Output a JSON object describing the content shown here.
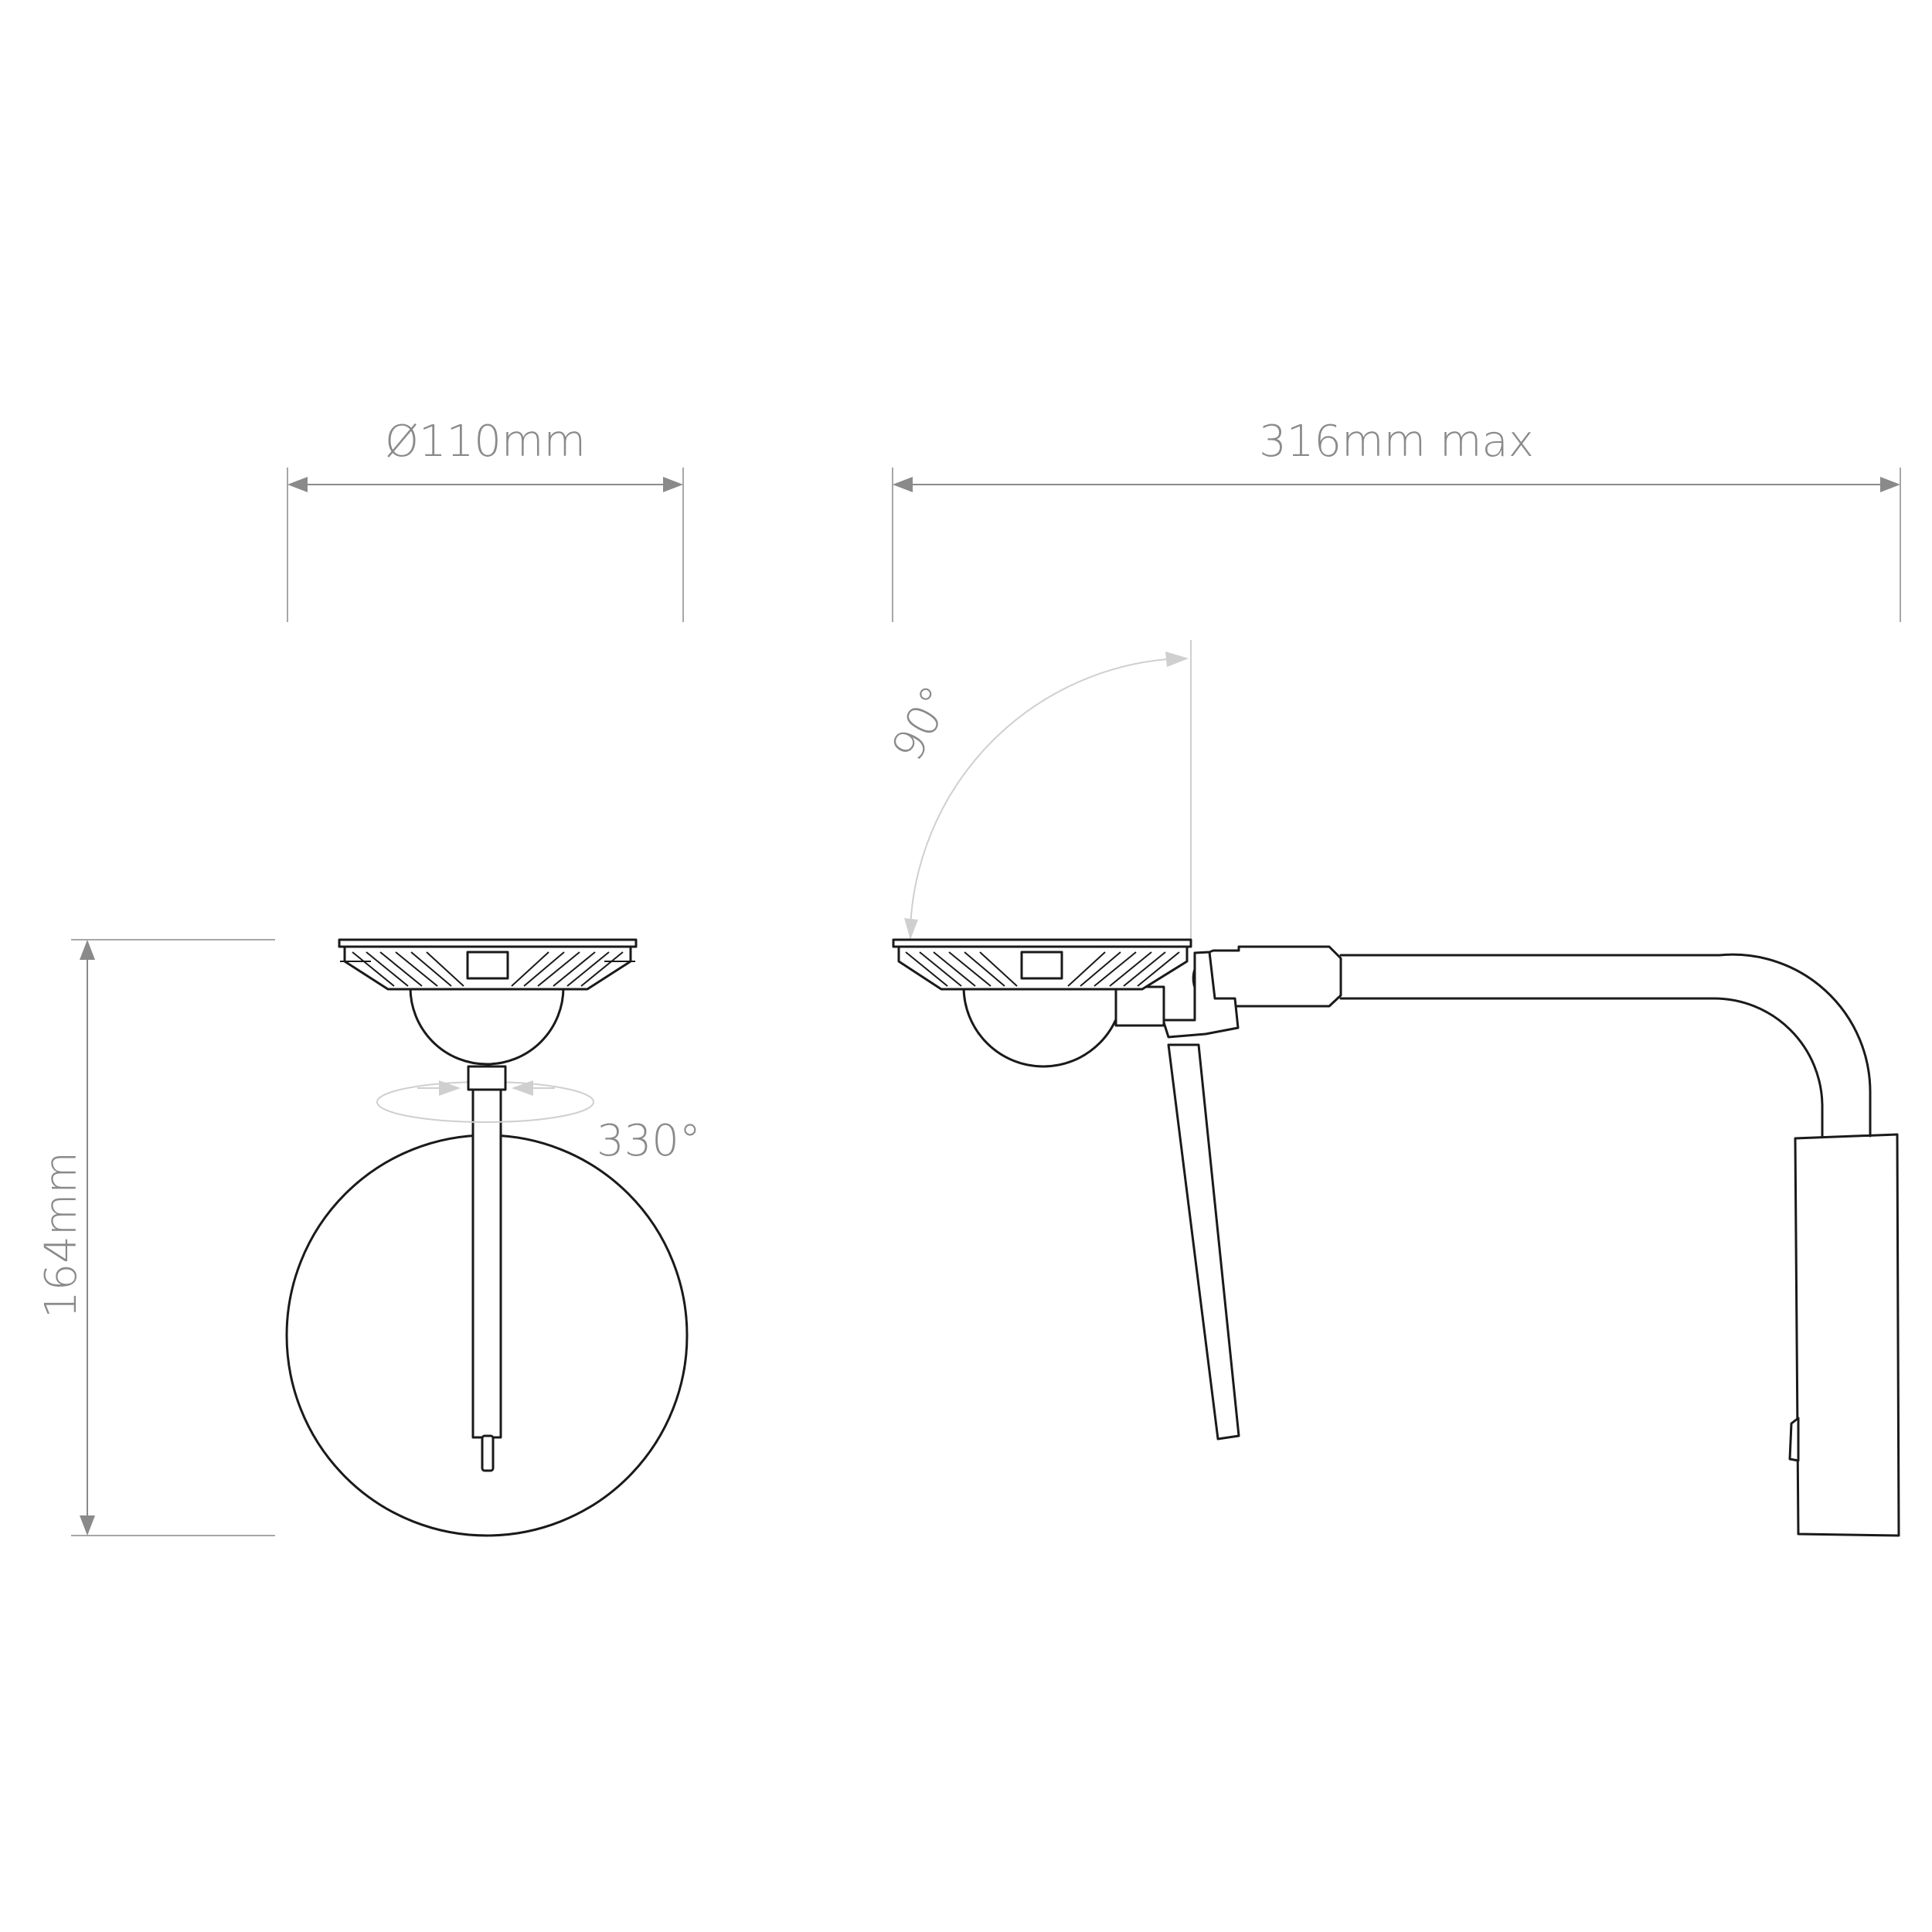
{
  "dimensions": {
    "diameter_label": "Ø110mm",
    "max_width_label": "316mm max",
    "height_label": "164mm",
    "tilt_angle_label": "90°",
    "rotation_angle_label": "330°"
  },
  "colors": {
    "dimension": "#8a8a8a",
    "outline": "#1a1a1a",
    "rotation_indicator": "#cfcfcf",
    "background": "#ffffff"
  }
}
